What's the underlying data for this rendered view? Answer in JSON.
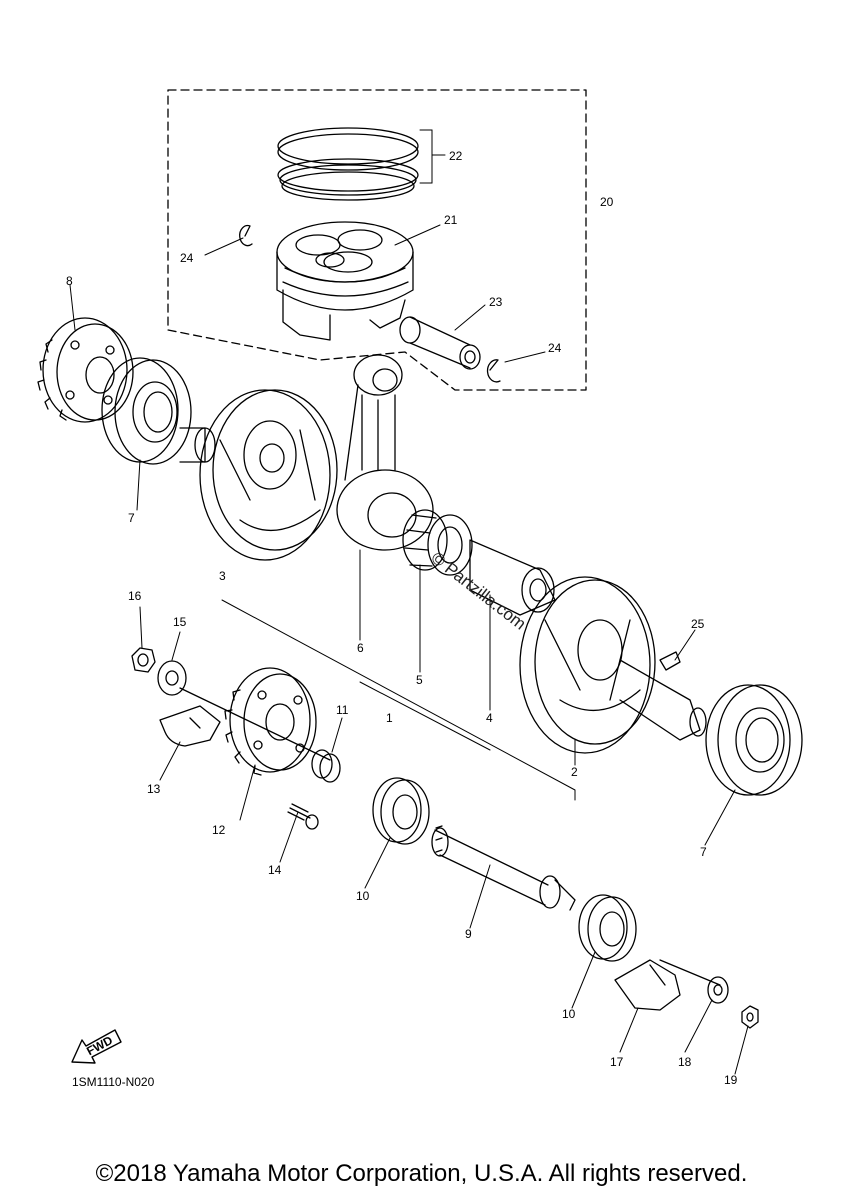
{
  "callouts": [
    "1",
    "2",
    "3",
    "4",
    "5",
    "6",
    "7",
    "7",
    "8",
    "9",
    "10",
    "10",
    "11",
    "12",
    "13",
    "14",
    "15",
    "16",
    "17",
    "18",
    "19",
    "20",
    "21",
    "22",
    "23",
    "24",
    "24",
    "25"
  ],
  "fwd_label": "FWD",
  "diagram_code": "1SM1110-N020",
  "watermark": "© Partzilla.com",
  "copyright": "©2018 Yamaha Motor Corporation, U.S.A. All rights reserved."
}
